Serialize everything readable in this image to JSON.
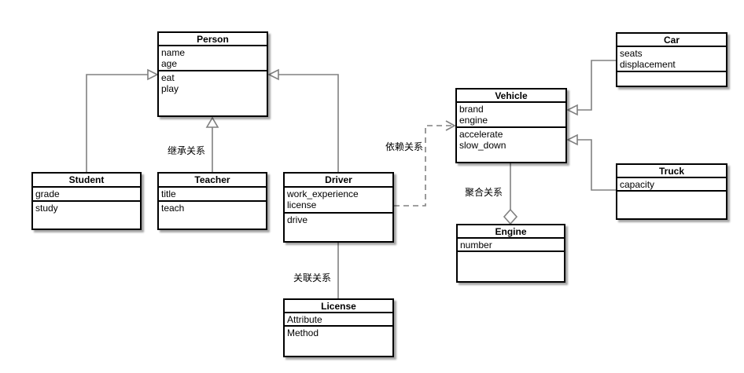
{
  "diagram": {
    "classes": [
      {
        "id": "person",
        "name": "Person",
        "attributes": [
          "name",
          "age"
        ],
        "methods": [
          "eat",
          "play"
        ]
      },
      {
        "id": "student",
        "name": "Student",
        "attributes": [
          "grade"
        ],
        "methods": [
          "study"
        ]
      },
      {
        "id": "teacher",
        "name": "Teacher",
        "attributes": [
          "title"
        ],
        "methods": [
          "teach"
        ]
      },
      {
        "id": "driver",
        "name": "Driver",
        "attributes": [
          "work_experience",
          "license"
        ],
        "methods": [
          "drive"
        ]
      },
      {
        "id": "license",
        "name": "License",
        "attributes": [
          "Attribute"
        ],
        "methods": [
          "Method"
        ]
      },
      {
        "id": "vehicle",
        "name": "Vehicle",
        "attributes": [
          "brand",
          "engine"
        ],
        "methods": [
          "accelerate",
          "slow_down"
        ]
      },
      {
        "id": "engine",
        "name": "Engine",
        "attributes": [
          "number"
        ],
        "methods": []
      },
      {
        "id": "car",
        "name": "Car",
        "attributes": [
          "seats",
          "displacement"
        ],
        "methods": []
      },
      {
        "id": "truck",
        "name": "Truck",
        "attributes": [
          "capacity"
        ],
        "methods": []
      }
    ],
    "edges": {
      "teacher_person": {
        "type": "inheritance",
        "label": "继承关系"
      },
      "student_person": {
        "type": "inheritance",
        "label": ""
      },
      "driver_person": {
        "type": "inheritance",
        "label": ""
      },
      "driver_vehicle": {
        "type": "dependency",
        "label": "依赖关系"
      },
      "vehicle_engine": {
        "type": "aggregation",
        "label": "聚合关系"
      },
      "driver_license": {
        "type": "association",
        "label": "关联关系"
      },
      "car_vehicle": {
        "type": "inheritance",
        "label": ""
      },
      "truck_vehicle": {
        "type": "inheritance",
        "label": ""
      }
    },
    "colors": {
      "box_border": "#000000",
      "connector": "#808080",
      "arrow_fill": "#ffffff",
      "background": "#ffffff",
      "text": "#000000"
    }
  }
}
